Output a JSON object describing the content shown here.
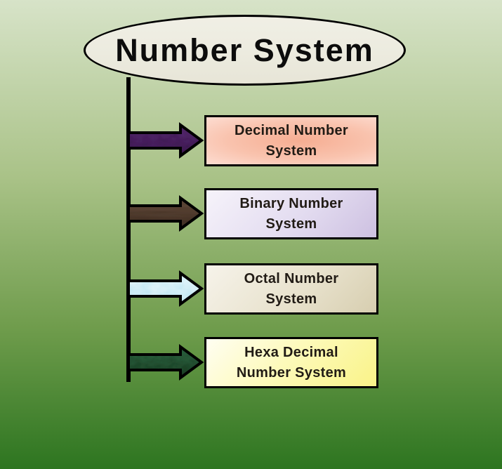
{
  "diagram": {
    "title": "Number System"
  },
  "theme": {
    "background_top": "#d7e3c8",
    "background_bottom": "#2d7520",
    "ellipse_fill": "#ecebdf",
    "outline_color": "#000000",
    "title_text_color": "#0c0c0c",
    "box_text_color": "#211b15"
  },
  "branches": [
    {
      "id": "decimal",
      "label_line1": "Decimal Number",
      "label_line2": "System",
      "arrow_color": "#5f2d7a",
      "arrow_color_dark": "#421c58",
      "box_fill_light": "#fdddd2",
      "box_fill_dark": "#f6ad92"
    },
    {
      "id": "binary",
      "label_line1": "Binary Number",
      "label_line2": "System",
      "arrow_color": "#6d5442",
      "arrow_color_dark": "#443226",
      "box_fill_light": "#f6f3fa",
      "box_fill_dark": "#cdc0e1"
    },
    {
      "id": "octal",
      "label_line1": "Octal Number",
      "label_line2": "System",
      "arrow_color": "#cdeef8",
      "arrow_color_dark": "#a5dced",
      "box_fill_light": "#f6f3ea",
      "box_fill_dark": "#d7ceb0"
    },
    {
      "id": "hexa",
      "label_line1": "Hexa Decimal",
      "label_line2": "Number System",
      "arrow_color": "#33714a",
      "arrow_color_dark": "#1d4429",
      "box_fill_light": "#fffef2",
      "box_fill_dark": "#f9f388"
    }
  ]
}
